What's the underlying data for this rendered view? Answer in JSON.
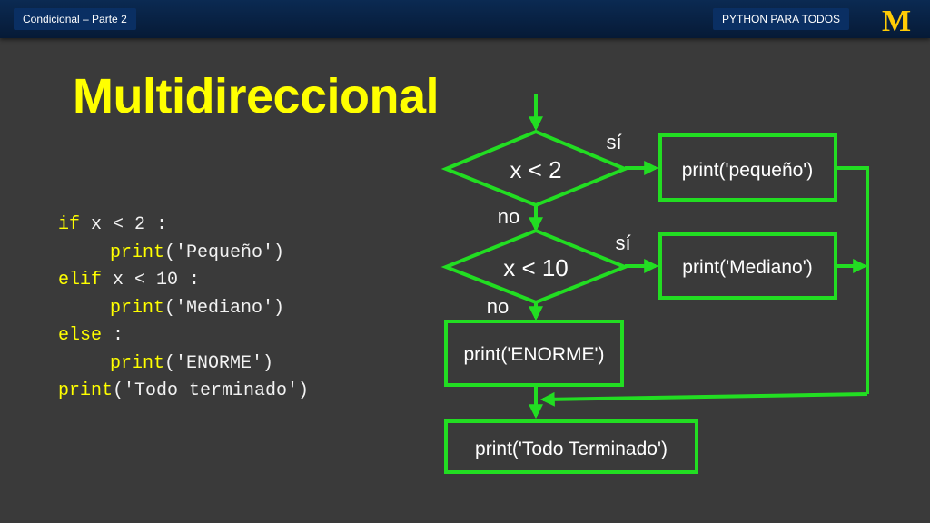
{
  "header": {
    "lecture_label": "Condicional – Parte 2",
    "course_label": "PYTHON PARA TODOS",
    "logo_text": "M"
  },
  "slide": {
    "title": "Multidireccional"
  },
  "code": {
    "lines": [
      {
        "keyword": "if",
        "rest": " x < 2 :"
      },
      {
        "keyword": "print",
        "rest": "('Pequeño')"
      },
      {
        "keyword": "elif",
        "rest": " x < 10 :"
      },
      {
        "keyword": "print",
        "rest": "('Mediano')"
      },
      {
        "keyword": "else",
        "rest": " :"
      },
      {
        "keyword": "print",
        "rest": "('ENORME')"
      },
      {
        "keyword": "print",
        "rest": "('Todo terminado')"
      }
    ]
  },
  "flowchart": {
    "condition_1": "x < 2",
    "condition_2": "x < 10",
    "yes_label_1": "sí",
    "yes_label_2": "sí",
    "no_label_1": "no",
    "no_label_2": "no",
    "box_small": "print('pequeño')",
    "box_medium": "print('Mediano')",
    "box_huge": "print('ENORME')",
    "box_done": "print('Todo Terminado')",
    "line_color": "#22dd22"
  },
  "colors": {
    "background": "#3a3a3a",
    "title": "#ffff00",
    "keyword": "#ffff00",
    "header": "#0b2a52",
    "logo": "#ffcb05"
  }
}
